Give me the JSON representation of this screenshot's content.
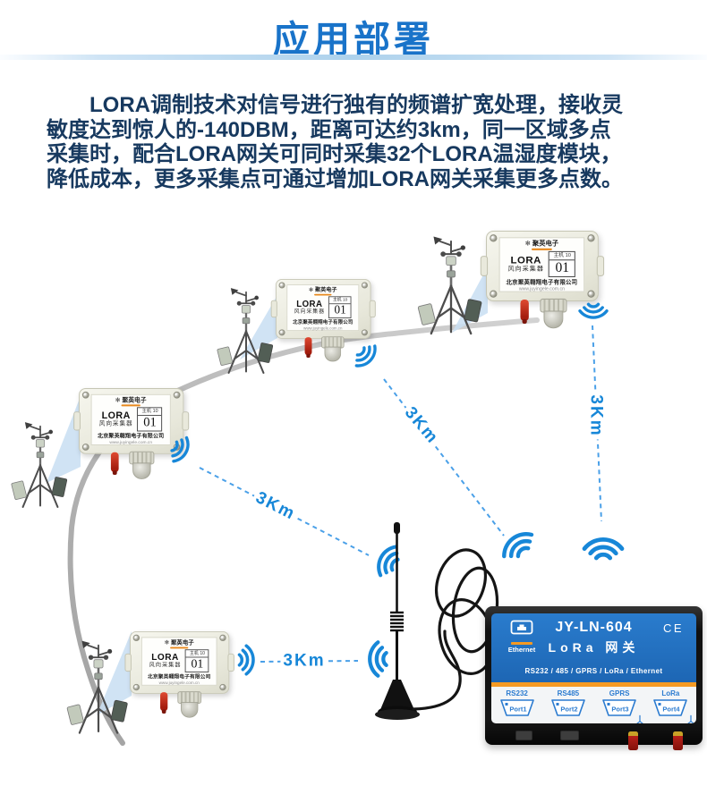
{
  "header": {
    "title": "应用部署"
  },
  "intro": {
    "lines": [
      "LORA调制技术对信号进行独有的频谱扩宽处理，接收灵",
      "敏度达到惊人的-140DBM，距离可达约3km，同一区域多点",
      "采集时，配合LORA网关可同时采集32个LORA温湿度模块，",
      "降低成本，更多采集点可通过增加LORA网关采集更多点数。"
    ]
  },
  "device_label": {
    "brand": "聚英电子",
    "product": "LORA",
    "product_sub": "风向采集器",
    "host_label": "主机 10",
    "host_id": "01",
    "company": "北京聚英翱翔电子有限公司",
    "website": "www.juyingele.com.cn"
  },
  "distance_labels": [
    "3Km",
    "3Km",
    "3Km",
    "3Km"
  ],
  "gateway": {
    "model": "JY-LN-604",
    "name": "LoRa 网关",
    "ce_mark": "CE",
    "ethernet_label": "Ethernet",
    "interfaces": "RS232 / 485 / GPRS / LoRa / Ethernet",
    "ports": [
      {
        "label": "RS232",
        "port": "Port1"
      },
      {
        "label": "RS485",
        "port": "Port2"
      },
      {
        "label": "GPRS",
        "port": "Port3"
      },
      {
        "label": "LoRa",
        "port": "Port4"
      }
    ]
  },
  "colors": {
    "title_blue": "#1973c9",
    "body_text": "#17395f",
    "wifi_blue": "#1787d8",
    "gateway_blue": "#2a7ccd",
    "gateway_orange": "#f59a23"
  }
}
